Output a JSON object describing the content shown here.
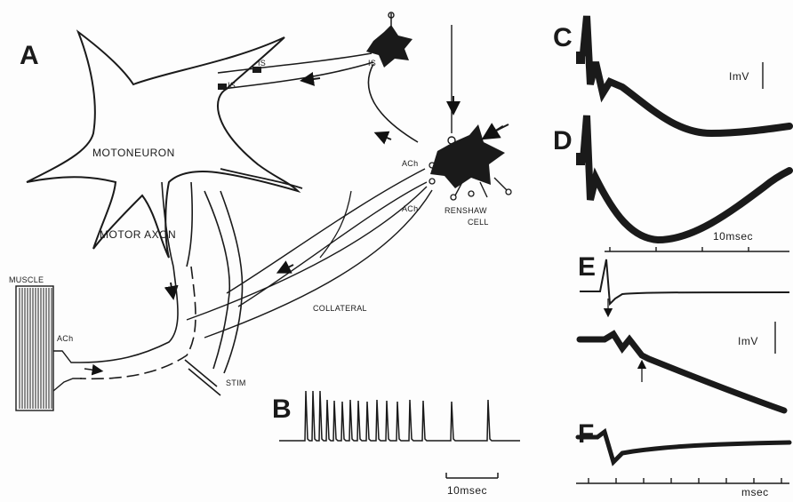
{
  "diagram": {
    "panel_letters": {
      "a": "A",
      "b": "B",
      "c": "C",
      "d": "D",
      "e": "E",
      "f": "F"
    },
    "labels": {
      "motoneuron": "MOTONEURON",
      "motor_axon": "MOTOR AXON",
      "muscle": "MUSCLE",
      "ach_muscle": "ACh",
      "ach_upper": "ACh",
      "ach_lower": "ACh",
      "renshaw": "RENSHAW",
      "cell": "CELL",
      "collateral": "COLLATERAL",
      "stim": "STIM",
      "is_top_left": "IS",
      "is_top_right": "IS",
      "is_left": "IS"
    },
    "scale_bars": {
      "b_time": "10msec",
      "cd_voltage": "ImV",
      "cd_time": "10msec",
      "ef_voltage": "ImV",
      "f_time": "msec"
    }
  }
}
